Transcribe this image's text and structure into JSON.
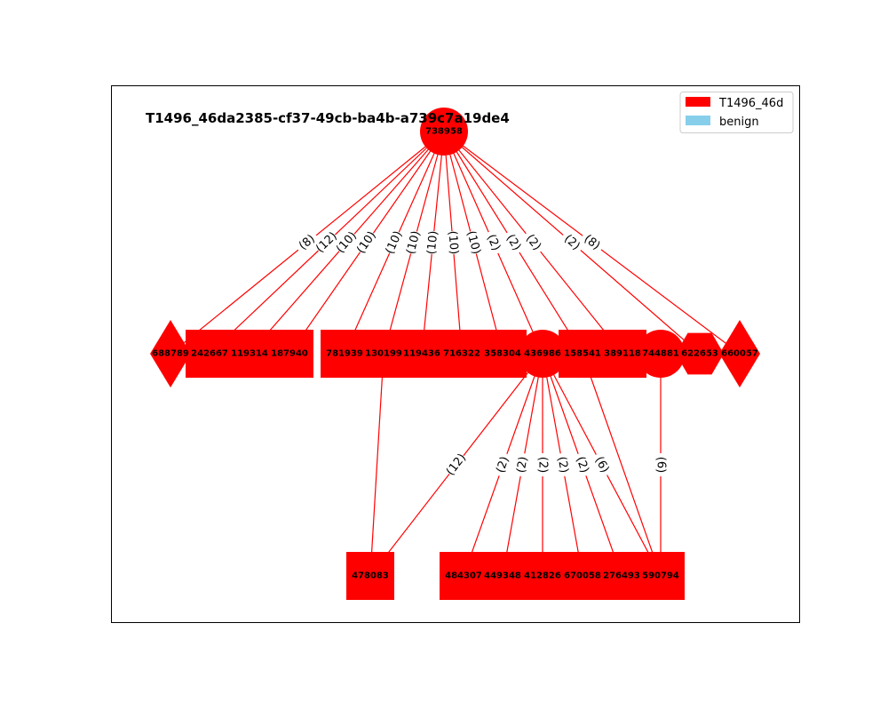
{
  "title": "T1496_46da2385-cf37-49cb-ba4b-a739c7a19de4",
  "legend": [
    {
      "label": "T1496_46d",
      "color": "#ff0000"
    },
    {
      "label": "benign",
      "color": "#87ceeb"
    }
  ],
  "colors": {
    "node": "#ff0000",
    "edge": "#ff0000",
    "frame": "#000000"
  },
  "nodes": [
    {
      "id": "738958",
      "shape": "circle"
    },
    {
      "id": "688789",
      "shape": "diamond"
    },
    {
      "id": "242667",
      "shape": "square"
    },
    {
      "id": "119314",
      "shape": "square"
    },
    {
      "id": "187940",
      "shape": "square"
    },
    {
      "id": "781939",
      "shape": "square"
    },
    {
      "id": "130199",
      "shape": "square"
    },
    {
      "id": "119436",
      "shape": "square"
    },
    {
      "id": "716322",
      "shape": "square"
    },
    {
      "id": "358304",
      "shape": "square"
    },
    {
      "id": "436986",
      "shape": "circle"
    },
    {
      "id": "158541",
      "shape": "square"
    },
    {
      "id": "389118",
      "shape": "square"
    },
    {
      "id": "744881",
      "shape": "circle"
    },
    {
      "id": "622653",
      "shape": "hexagon"
    },
    {
      "id": "660057",
      "shape": "diamond"
    },
    {
      "id": "478083",
      "shape": "square"
    },
    {
      "id": "484307",
      "shape": "square"
    },
    {
      "id": "449348",
      "shape": "square"
    },
    {
      "id": "412826",
      "shape": "square"
    },
    {
      "id": "670058",
      "shape": "square"
    },
    {
      "id": "276493",
      "shape": "square"
    },
    {
      "id": "590794",
      "shape": "square"
    }
  ],
  "edges": [
    {
      "source": "738958",
      "target": "688789",
      "label": "(8)"
    },
    {
      "source": "738958",
      "target": "242667",
      "label": "(12)"
    },
    {
      "source": "738958",
      "target": "119314",
      "label": "(10)"
    },
    {
      "source": "738958",
      "target": "187940",
      "label": "(10)"
    },
    {
      "source": "738958",
      "target": "781939",
      "label": "(10)"
    },
    {
      "source": "738958",
      "target": "130199",
      "label": "(10)"
    },
    {
      "source": "738958",
      "target": "119436",
      "label": "(10)"
    },
    {
      "source": "738958",
      "target": "716322",
      "label": "(10)"
    },
    {
      "source": "738958",
      "target": "358304",
      "label": "(10)"
    },
    {
      "source": "738958",
      "target": "436986",
      "label": "(2)"
    },
    {
      "source": "738958",
      "target": "158541",
      "label": "(2)"
    },
    {
      "source": "738958",
      "target": "389118",
      "label": "(2)"
    },
    {
      "source": "738958",
      "target": "622653",
      "label": "(2)"
    },
    {
      "source": "738958",
      "target": "660057",
      "label": "(8)"
    },
    {
      "source": "436986",
      "target": "478083",
      "label": "(12)"
    },
    {
      "source": "436986",
      "target": "484307",
      "label": "(2)"
    },
    {
      "source": "436986",
      "target": "449348",
      "label": "(2)"
    },
    {
      "source": "436986",
      "target": "412826",
      "label": "(2)"
    },
    {
      "source": "436986",
      "target": "670058",
      "label": "(2)"
    },
    {
      "source": "436986",
      "target": "276493",
      "label": "(2)"
    },
    {
      "source": "436986",
      "target": "590794",
      "label": "(6)"
    },
    {
      "source": "744881",
      "target": "590794",
      "label": "(6)"
    },
    {
      "source": "130199",
      "target": "478083",
      "label": ""
    },
    {
      "source": "158541",
      "target": "590794",
      "label": ""
    }
  ]
}
